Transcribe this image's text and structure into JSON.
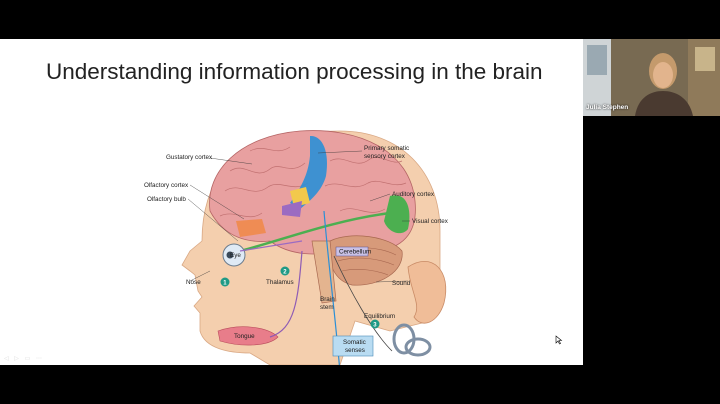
{
  "slide": {
    "title": "Understanding information processing in the brain",
    "labels": {
      "gustatory_cortex": "Gustatory cortex",
      "primary_somatic_line1": "Primary somatic",
      "primary_somatic_line2": "sensory cortex",
      "olfactory_cortex": "Olfactory cortex",
      "olfactory_bulb": "Olfactory bulb",
      "auditory_cortex": "Auditory cortex",
      "visual_cortex": "Visual cortex",
      "eye": "Eye",
      "cerebellum": "Cerebellum",
      "sound": "Sound",
      "nose": "Nose",
      "thalamus": "Thalamus",
      "brain_stem_line1": "Brain",
      "brain_stem_line2": "stem",
      "equilibrium": "Equilibrium",
      "tongue": "Tongue",
      "somatic_line1": "Somatic",
      "somatic_line2": "senses"
    },
    "markers": {
      "m1": "1",
      "m2": "2",
      "m3": "3"
    }
  },
  "participant": {
    "name": "Julia Stephen"
  },
  "colors": {
    "marker": "#1f9a86",
    "visual_cortex": "#4caf50",
    "somatic_cortex": "#2b8fd6",
    "somatic_box": "#b9dcf2"
  }
}
